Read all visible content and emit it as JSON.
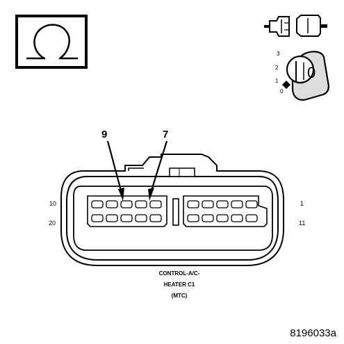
{
  "ohmmeter_icon": "ohm-symbol-icon",
  "connector_icon": "disconnected-connector-icon",
  "ignition_icon": "ignition-key-icon",
  "ignition": {
    "positions": [
      "3",
      "2",
      "1",
      "0"
    ],
    "key_label": "0"
  },
  "arrows": [
    {
      "label": "9"
    },
    {
      "label": "7"
    }
  ],
  "pin_labels": {
    "top_left": "10",
    "bottom_left": "20",
    "top_right": "1",
    "bottom_right": "11"
  },
  "caption": {
    "line1": "CONTROL-A/C-",
    "line2": "HEATER C1",
    "line3": "(MTC)"
  },
  "figure_id": "8196033a"
}
